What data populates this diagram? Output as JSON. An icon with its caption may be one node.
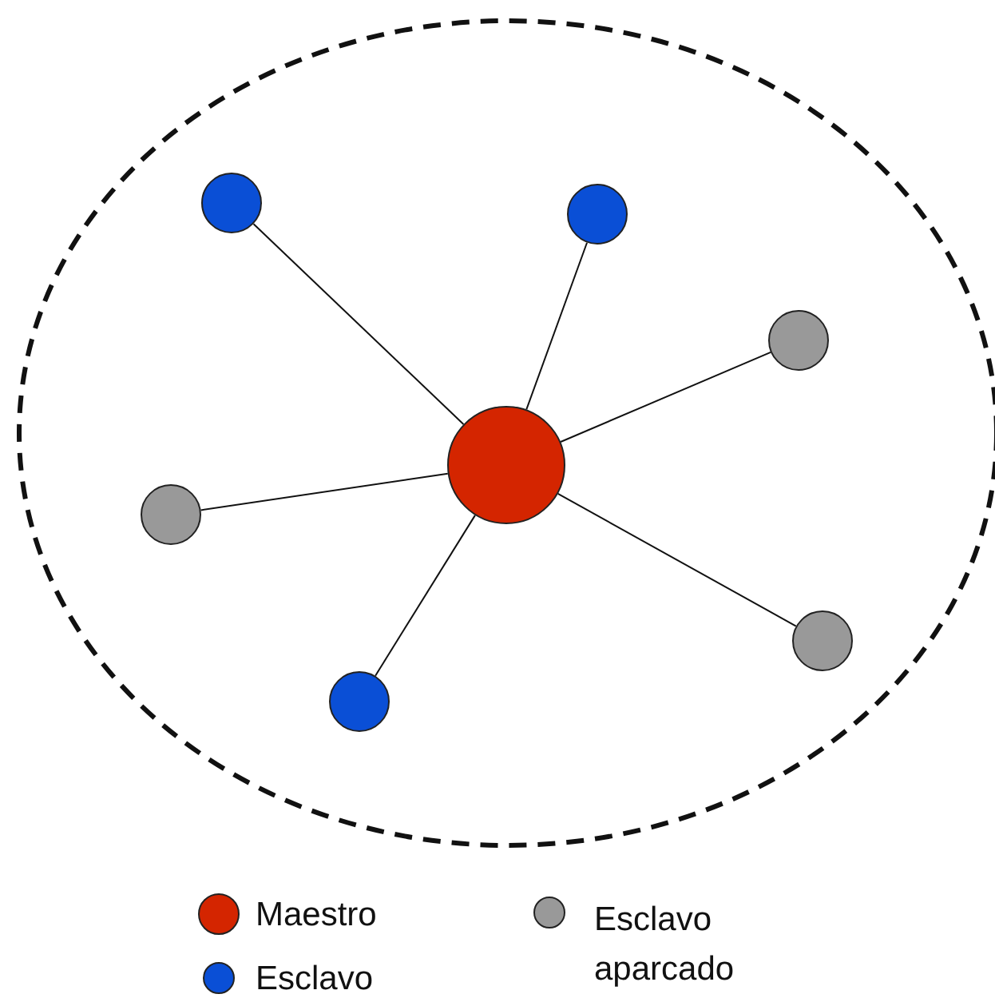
{
  "diagram": {
    "nodes": [
      {
        "text": [],
        "shape": "circle"
      },
      {
        "text": [],
        "shape": "circle"
      },
      {
        "text": [],
        "shape": "circle"
      },
      {
        "text": [],
        "shape": "circle"
      },
      {
        "text": [],
        "shape": "circle"
      },
      {
        "text": [],
        "shape": "circle"
      },
      {
        "text": [],
        "shape": "circle"
      }
    ],
    "edges": [
      {
        "from": 3,
        "to": 0,
        "arrow": "none"
      },
      {
        "from": 3,
        "to": 1,
        "arrow": "none"
      },
      {
        "from": 3,
        "to": 2,
        "arrow": "none"
      },
      {
        "from": 3,
        "to": 4,
        "arrow": "none"
      },
      {
        "from": 3,
        "to": 5,
        "arrow": "none"
      },
      {
        "from": 3,
        "to": 6,
        "arrow": "none"
      }
    ],
    "legend": [
      {
        "text": "Maestro",
        "color": "#d42500"
      },
      {
        "text": "Esclavo",
        "color": "#0a4fd6"
      },
      {
        "text": "Esclavo aparcado",
        "color": "#999999"
      }
    ]
  }
}
